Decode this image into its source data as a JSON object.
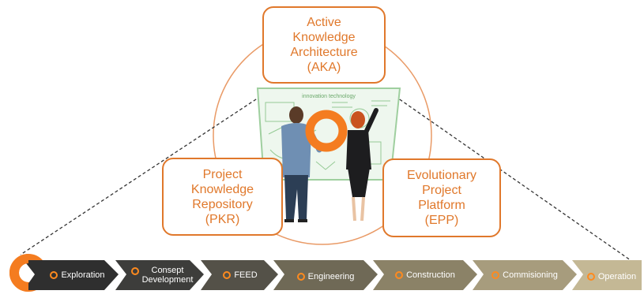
{
  "diagram": {
    "boxes": {
      "aka": [
        "Active",
        "Knowledge",
        "Architecture",
        "(AKA)"
      ],
      "pkr": [
        "Project",
        "Knowledge",
        "Repository",
        "(PKR)"
      ],
      "epp": [
        "Evolutionary",
        "Project",
        "Platform",
        "(EPP)"
      ]
    },
    "board_caption": "innovation technology",
    "stages": [
      {
        "line1": "Exploration"
      },
      {
        "line1": "Consept",
        "line2": "Development"
      },
      {
        "line1": "FEED"
      },
      {
        "line1": "Engineering"
      },
      {
        "line1": "Construction"
      },
      {
        "line1": "Commisioning"
      },
      {
        "line1": "Operation"
      }
    ],
    "colors": {
      "accent": "#e0782b",
      "ring": "#f47c20",
      "stage_fills": [
        "#2f2f2f",
        "#3d3d3b",
        "#545148",
        "#6f6956",
        "#8b8267",
        "#a79c7d",
        "#c4b895"
      ]
    }
  }
}
